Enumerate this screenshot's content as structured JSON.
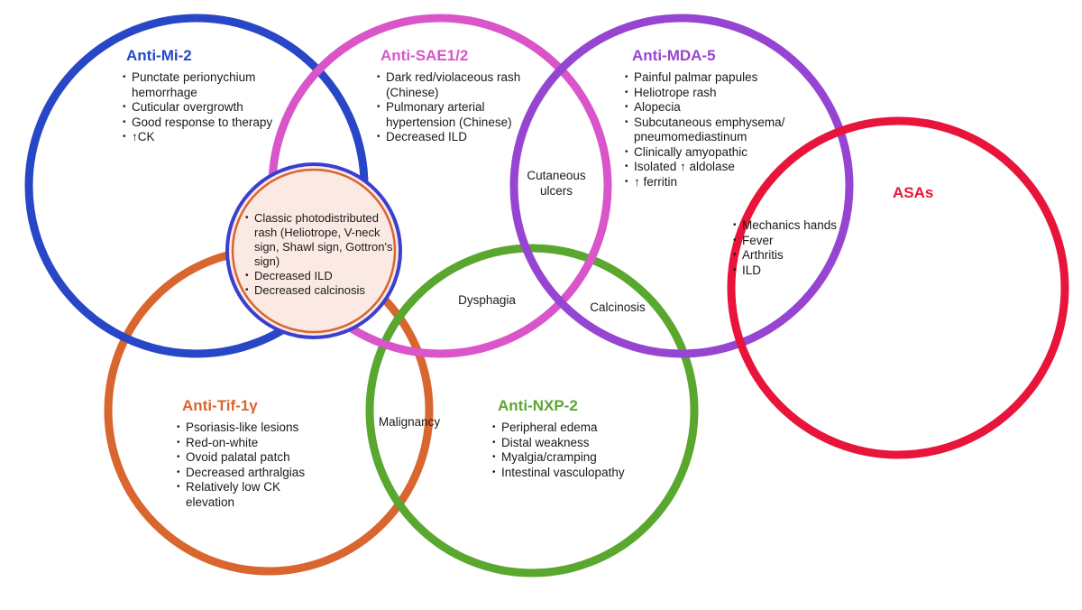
{
  "colors": {
    "mi2": "#2747c7",
    "sae": "#d955c9",
    "mda5": "#9645d3",
    "asa": "#e8143a",
    "tif": "#d9652f",
    "nxp": "#5aa72f",
    "center_fill": "#fbe9e3",
    "center_outer": "#3a3fd0",
    "center_inner": "#d9652f"
  },
  "groups": {
    "mi2": {
      "title": "Anti-Mi-2",
      "items": [
        "Punctate perionychium hemorrhage",
        "Cuticular overgrowth",
        "Good response to therapy",
        "↑CK"
      ]
    },
    "sae": {
      "title": "Anti-SAE1/2",
      "items": [
        "Dark red/violaceous rash (Chinese)",
        "Pulmonary arterial hypertension (Chinese)",
        "Decreased ILD"
      ]
    },
    "mda5": {
      "title": "Anti-MDA-5",
      "items": [
        "Painful palmar papules",
        "Heliotrope rash",
        "Alopecia",
        "Subcutaneous emphysema/ pneumomediastinum",
        "Clinically amyopathic",
        "Isolated ↑ aldolase",
        "↑ ferritin"
      ]
    },
    "asa": {
      "title": "ASAs",
      "items": [
        "Mechanics hands",
        "Fever",
        "Arthritis",
        "ILD"
      ]
    },
    "tif": {
      "title": "Anti-Tif-1γ",
      "items": [
        "Psoriasis-like lesions",
        "Red-on-white",
        "Ovoid palatal patch",
        "Decreased arthralgias",
        "Relatively low CK elevation"
      ]
    },
    "nxp": {
      "title": "Anti-NXP-2",
      "items": [
        "Peripheral edema",
        "Distal weakness",
        "Myalgia/cramping",
        "Intestinal vasculopathy"
      ]
    },
    "center": {
      "items": [
        "Classic photodistributed rash (Heliotrope, V-neck sign, Shawl sign, Gottron's sign)",
        "Decreased ILD",
        "Decreased calcinosis"
      ]
    }
  },
  "overlaps": {
    "cutaneous_ulcers": "Cutaneous ulcers",
    "dysphagia": "Dysphagia",
    "calcinosis": "Calcinosis",
    "malignancy": "Malignancy"
  }
}
